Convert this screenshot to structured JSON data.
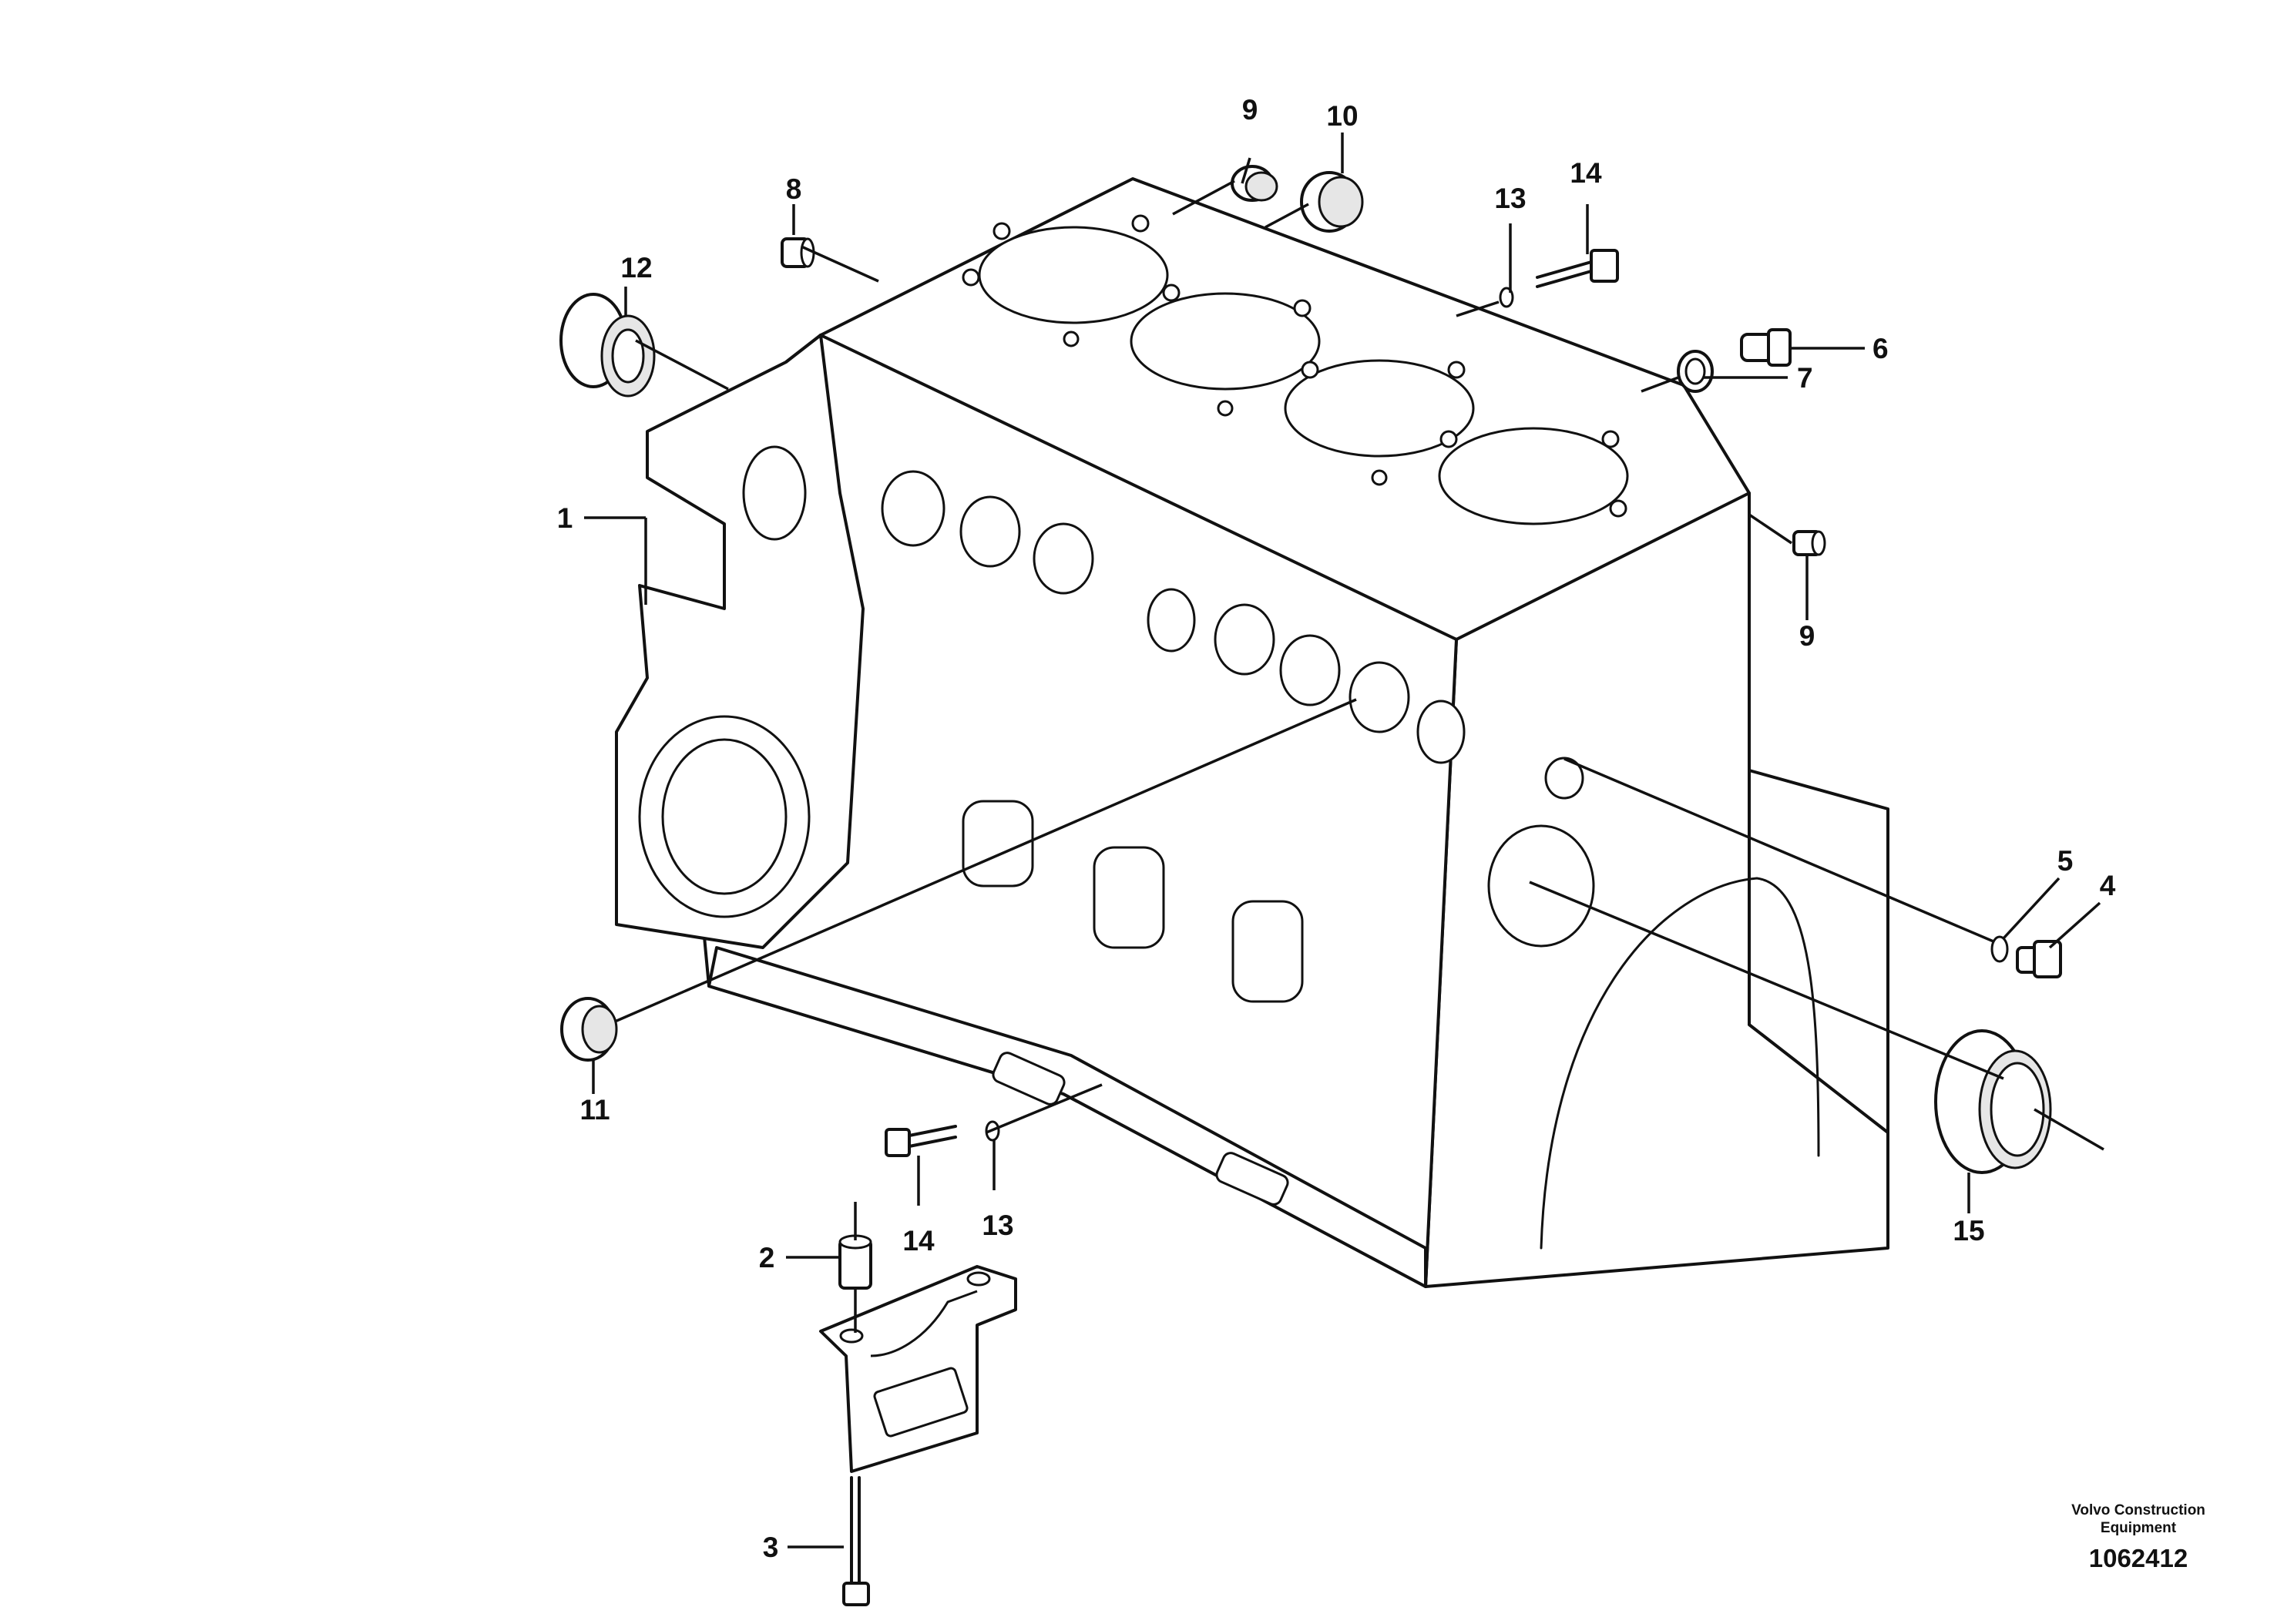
{
  "callouts": [
    {
      "label": "1"
    },
    {
      "label": "2"
    },
    {
      "label": "3"
    },
    {
      "label": "4"
    },
    {
      "label": "5"
    },
    {
      "label": "6"
    },
    {
      "label": "7"
    },
    {
      "label": "8"
    },
    {
      "label": "9"
    },
    {
      "label": "9"
    },
    {
      "label": "10"
    },
    {
      "label": "11"
    },
    {
      "label": "12"
    },
    {
      "label": "13"
    },
    {
      "label": "13"
    },
    {
      "label": "14"
    },
    {
      "label": "14"
    },
    {
      "label": "15"
    }
  ],
  "brand": {
    "line1": "Volvo Construction",
    "line2": "Equipment"
  },
  "figure_number": "1062412"
}
